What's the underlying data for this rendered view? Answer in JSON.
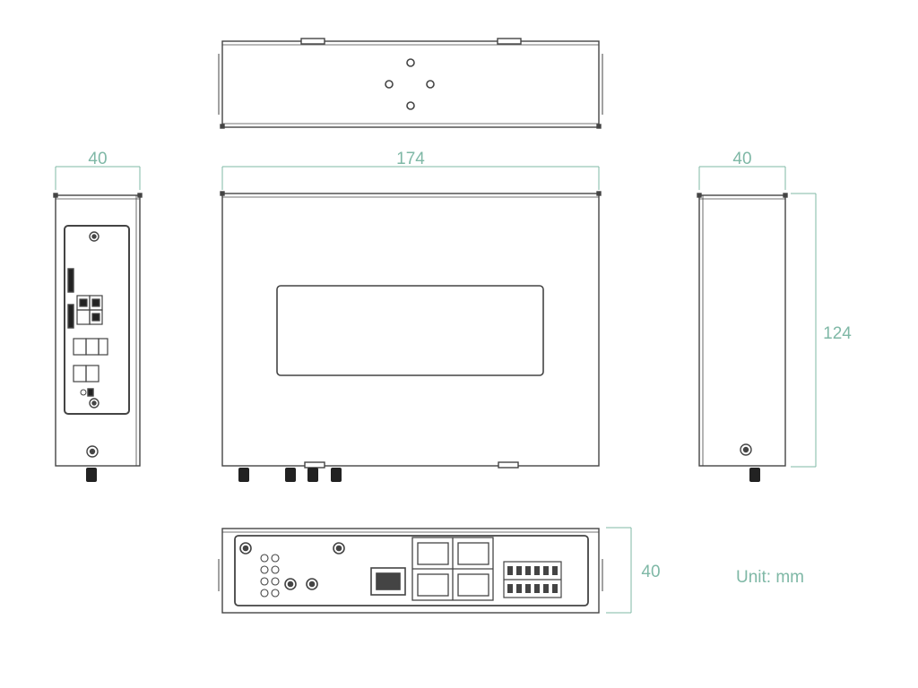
{
  "dimensions": {
    "top_width": "174",
    "left_depth": "40",
    "right_depth": "40",
    "height": "124",
    "bottom_depth": "40"
  },
  "unit_label": "Unit: mm",
  "colors": {
    "dimension": "#7fb8a6",
    "outline": "#444444",
    "dark": "#1a1a1a"
  }
}
